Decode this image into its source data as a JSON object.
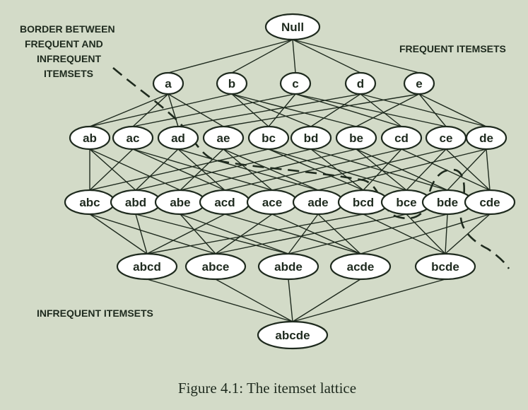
{
  "diagram": {
    "levels": [
      [
        "Null"
      ],
      [
        "a",
        "b",
        "c",
        "d",
        "e"
      ],
      [
        "ab",
        "ac",
        "ad",
        "ae",
        "bc",
        "bd",
        "be",
        "cd",
        "ce",
        "de"
      ],
      [
        "abc",
        "abd",
        "abe",
        "acd",
        "ace",
        "ade",
        "bcd",
        "bce",
        "bde",
        "cde"
      ],
      [
        "abcd",
        "abce",
        "abde",
        "acde",
        "bcde"
      ],
      [
        "abcde"
      ]
    ],
    "annotations": {
      "border": [
        "BORDER BETWEEN",
        "FREQUENT AND",
        "INFREQUENT",
        "ITEMSETS"
      ],
      "frequent": "FREQUENT ITEMSETS",
      "infrequent": "INFREQUENT ITEMSETS"
    },
    "caption": "Figure 4.1: The itemset lattice",
    "colors": {
      "background": "#d3dbc8",
      "node_fill": "#ffffff",
      "ink": "#1e2a1e"
    }
  }
}
